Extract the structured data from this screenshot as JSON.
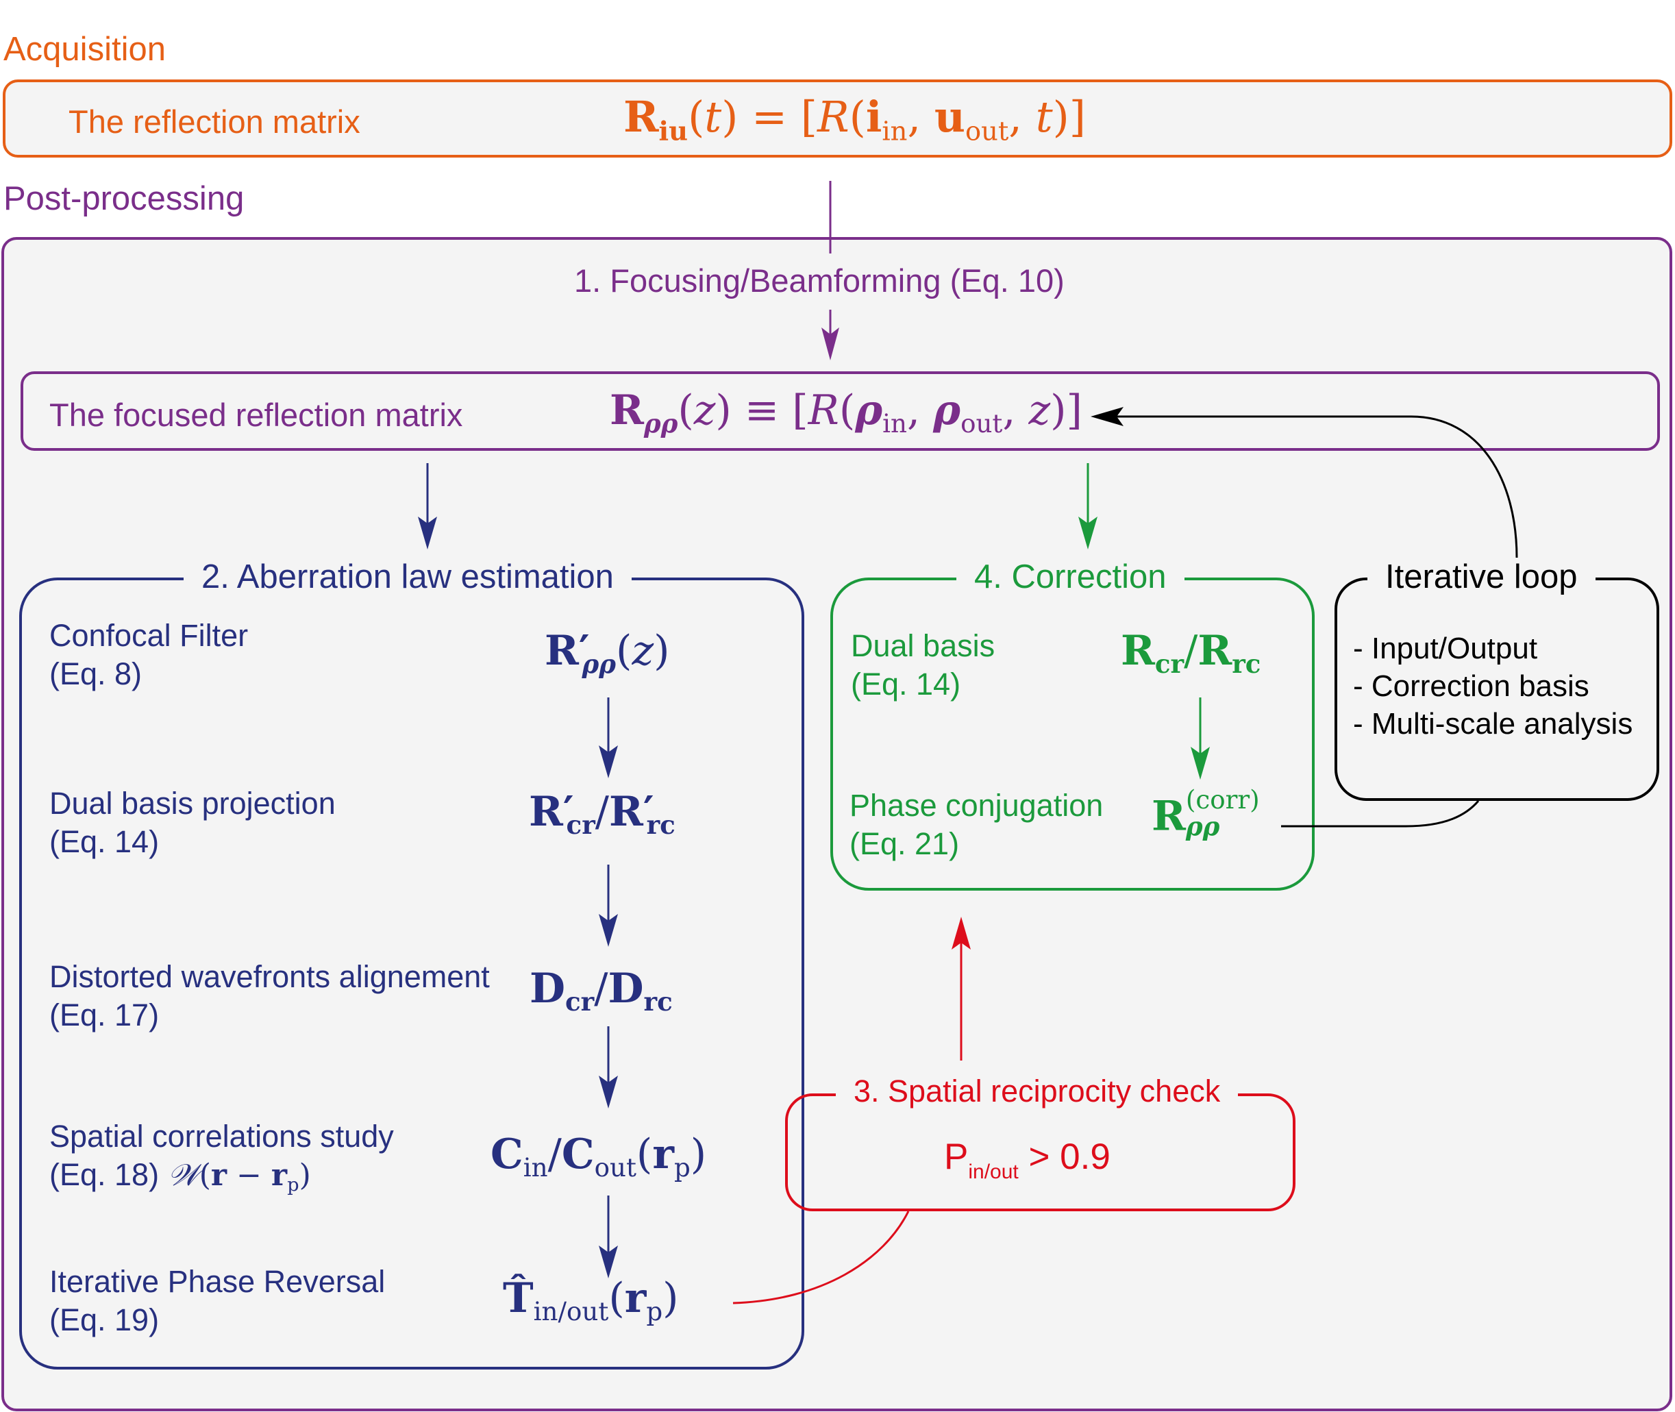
{
  "acquisition": {
    "section_label": "Acquisition",
    "box_label": "The reflection matrix",
    "equation": "R_iu(t) = [R(i_in, u_out, t)]"
  },
  "post_processing": {
    "section_label": "Post-processing",
    "step1_label": "1. Focusing/Beamforming (Eq. 10)",
    "focused_box_label": "The focused reflection matrix",
    "focused_equation": "R_ρρ(z) ≡ [R(ρ_in, ρ_out, z)]"
  },
  "aberration": {
    "title": "2. Aberration law estimation",
    "steps": [
      {
        "name": "Confocal Filter",
        "eq": "(Eq. 8)",
        "math": "R'_ρρ(z)"
      },
      {
        "name": "Dual basis projection",
        "eq": "(Eq. 14)",
        "math": "R'_cr/R'_rc"
      },
      {
        "name": "Distorted wavefronts alignement",
        "eq": "(Eq. 17)",
        "math": "D_cr/D_rc"
      },
      {
        "name": "Spatial correlations study",
        "eq": "(Eq. 18)",
        "eq_extra": "W(r − r_p)",
        "math": "C_in/C_out(r_p)"
      },
      {
        "name": "Iterative Phase Reversal",
        "eq": "(Eq. 19)",
        "math": "T̂_in/out(r_p)"
      }
    ]
  },
  "reciprocity": {
    "title": "3. Spatial reciprocity check",
    "condition_symbol": "P",
    "condition_sub": "in/out",
    "condition_rest": " > 0.9"
  },
  "correction": {
    "title": "4. Correction",
    "steps": [
      {
        "name": "Dual basis",
        "eq": "(Eq. 14)",
        "math": "R_cr/R_rc"
      },
      {
        "name": "Phase conjugation",
        "eq": "(Eq. 21)",
        "math": "R_ρρ^(corr)"
      }
    ]
  },
  "loop": {
    "title": "Iterative loop",
    "items": [
      "- Input/Output",
      "- Correction basis",
      "- Multi-scale analysis"
    ]
  },
  "colors": {
    "acquisition": "#e65f16",
    "post_processing": "#7a2e8a",
    "aberration": "#27307f",
    "correction": "#1b9a3c",
    "reciprocity": "#dd0d1b",
    "loop": "#000000",
    "panel_bg": "#f4f4f4"
  }
}
